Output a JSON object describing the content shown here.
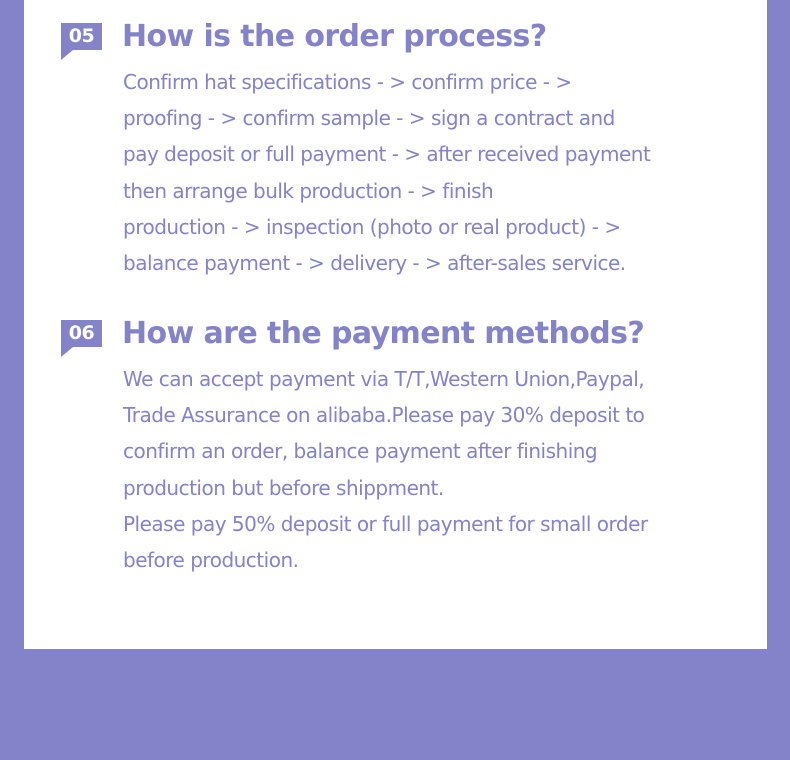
{
  "faqs": [
    {
      "number": "05",
      "question": "How is the order process?",
      "answer_lines": [
        "Confirm hat specifications - > confirm price - >",
        "proofing - > confirm sample - > sign a contract and",
        "pay deposit or full payment - > after received payment",
        "then arrange bulk production - > finish",
        "production - > inspection (photo or real product) - >",
        "balance payment - > delivery - > after-sales service."
      ]
    },
    {
      "number": "06",
      "question": "How are the payment methods?",
      "answer_lines": [
        "We can accept payment via T/T,Western Union,Paypal,",
        "Trade Assurance on alibaba.Please pay 30% deposit to",
        "confirm an order, balance payment after finishing",
        "production but before shippment.",
        "Please pay 50% deposit or full payment for small order",
        "before production."
      ]
    }
  ],
  "colors": {
    "accent": "#8482c8",
    "card": "#ffffff"
  }
}
